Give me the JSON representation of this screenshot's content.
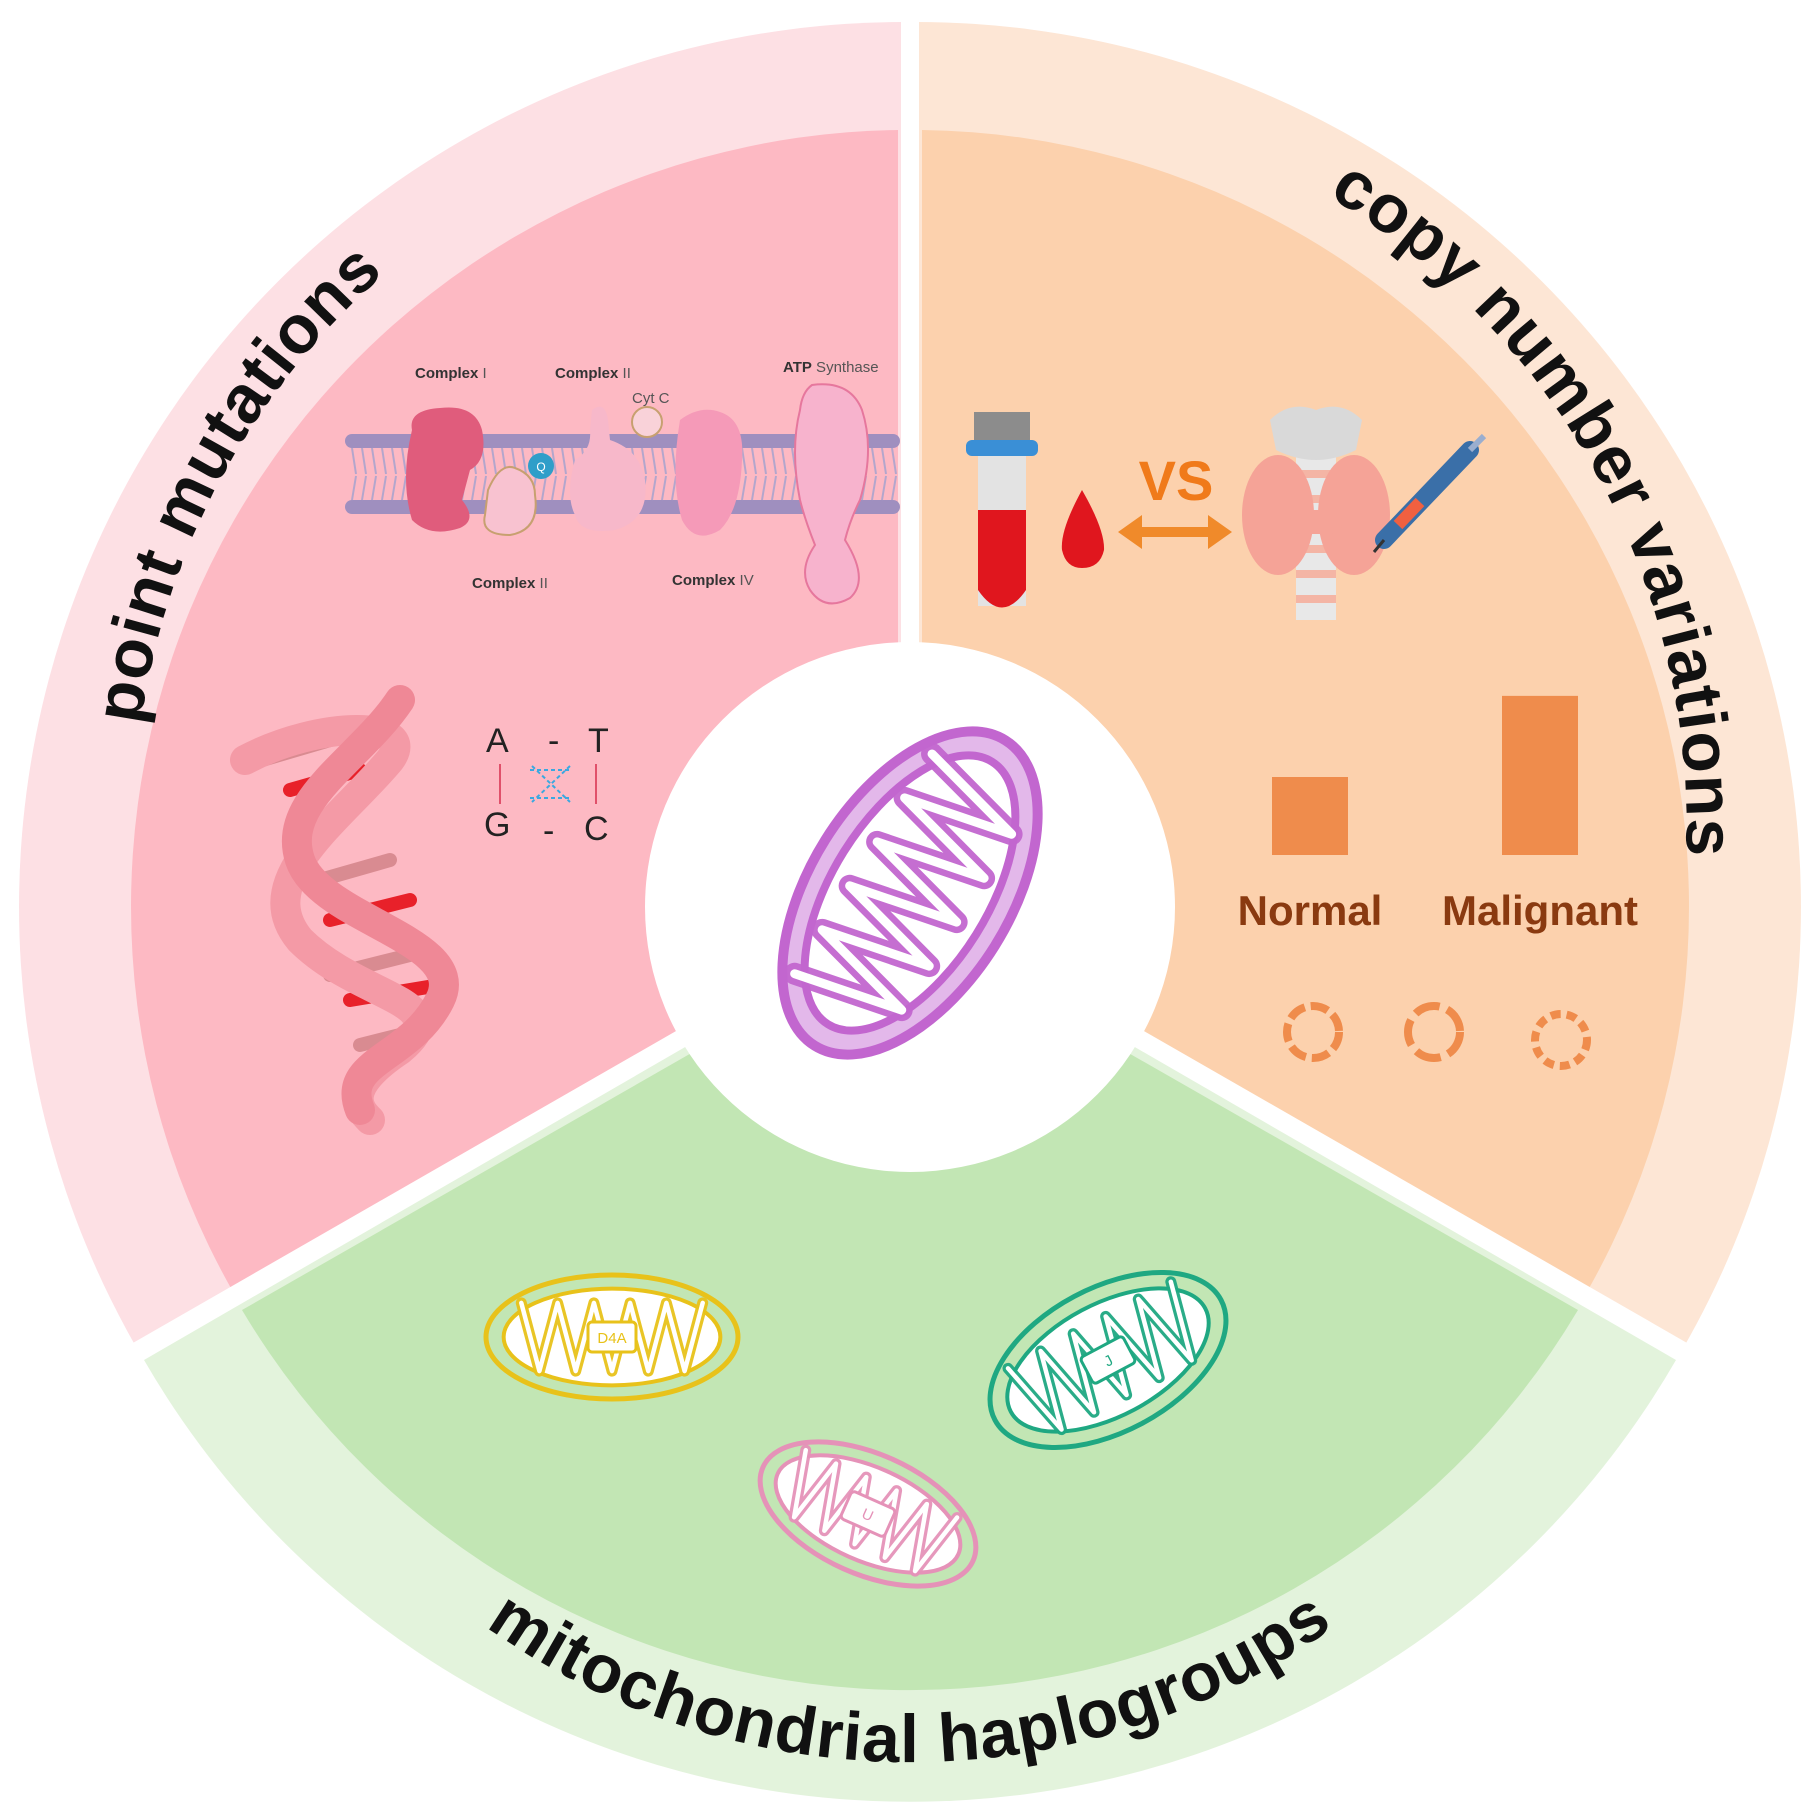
{
  "sections": {
    "point_mutations": {
      "title": "point mutations",
      "color_outer": "#fde0e4",
      "color_inner": "#fdb9c3"
    },
    "copy_number_variations": {
      "title": "copy number variations",
      "color_outer": "#fde6d5",
      "color_inner": "#fcd1ad"
    },
    "mitochondrial_haplogroups": {
      "title": "mitochondrial haplogroups",
      "color_outer": "#e3f3dc",
      "color_inner": "#c2e6b4"
    }
  },
  "etc": {
    "complex_i": {
      "bold": "Complex",
      "suffix": " I"
    },
    "complex_ii_top": {
      "bold": "Complex",
      "suffix": " II"
    },
    "complex_ii_bottom": {
      "bold": "Complex",
      "suffix": " II"
    },
    "complex_iv": {
      "bold": "Complex",
      "suffix": " IV"
    },
    "atp": {
      "bold": "ATP",
      "suffix": " Synthase"
    },
    "cyt_c": "Cyt C",
    "q": "Q"
  },
  "bases": {
    "a": "A",
    "t": "T",
    "g": "G",
    "c": "C",
    "dash_top": "-",
    "dash_bottom": "-"
  },
  "cnv": {
    "vs": "VS",
    "bars": [
      {
        "label": "Normal",
        "value": 1.0,
        "color": "#ef8c4c"
      },
      {
        "label": "Malignant",
        "value": 2.0,
        "color": "#ef8c4c"
      }
    ]
  },
  "haplogroups": [
    {
      "label": "D4A",
      "color": "#e8c21a"
    },
    {
      "label": "J",
      "color": "#1fa882"
    },
    {
      "label": "U",
      "color": "#e592b8"
    }
  ],
  "center": {
    "mito_color": "#c266cf"
  }
}
